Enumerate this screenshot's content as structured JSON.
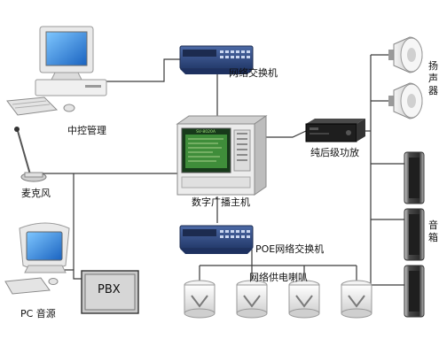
{
  "diagram": {
    "labels": {
      "control_pc": "中控管理",
      "network_switch": "网络交换机",
      "amplifier": "纯后级功放",
      "microphone": "麦克风",
      "host": "数字广播主机",
      "poe_switch": "POE网络交换机",
      "poe_speakers": "网络供电喇叭",
      "pc_source": "PC 音源",
      "pbx": "PBX",
      "horn_speakers": "扬声器",
      "column_speakers": "音箱"
    },
    "host_screen_title": "SV-8020A",
    "colors": {
      "line": "#3a3a3a",
      "switch_body": "#2e4a82",
      "speaker_body": "#3c3c3c",
      "pc_screen": "#2a7fd4"
    }
  }
}
